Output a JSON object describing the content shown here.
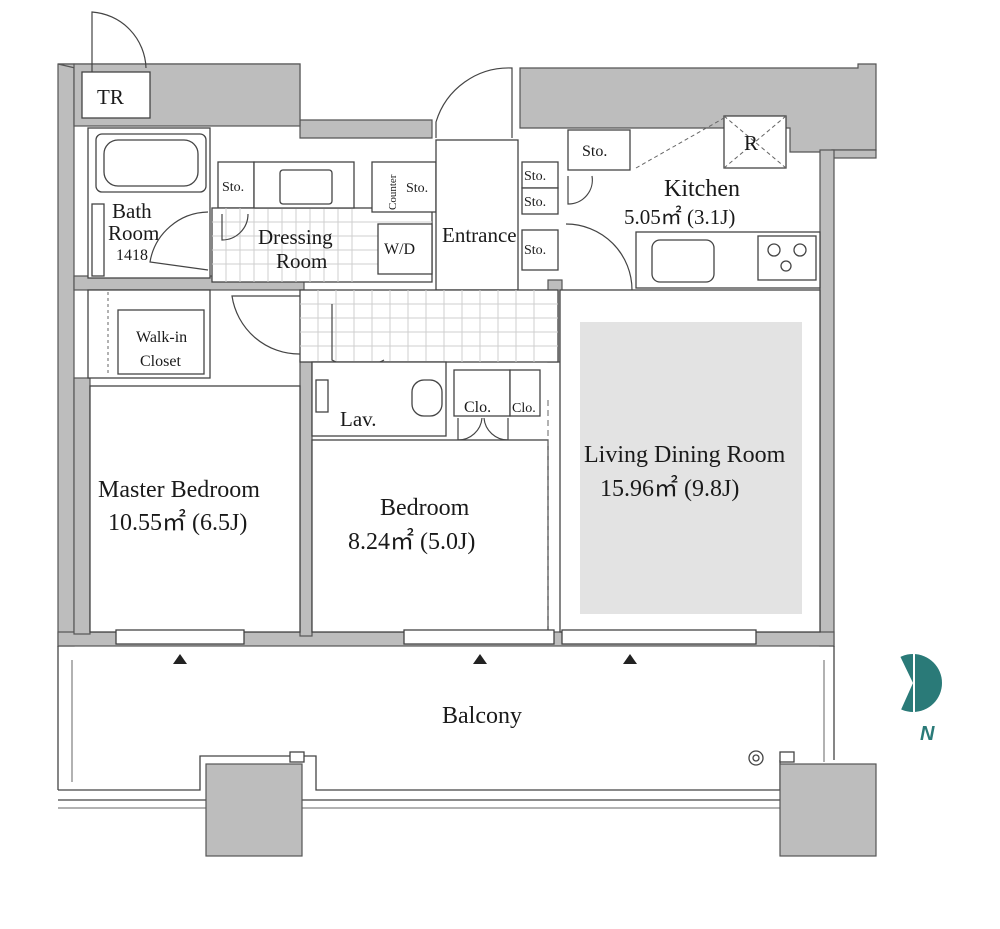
{
  "rooms": {
    "tr": "TR",
    "bath_line1": "Bath",
    "bath_line2": "Room",
    "bath_code": "1418",
    "sto_bath": "Sto.",
    "counter": "Counter",
    "sto_counter": "Sto.",
    "dressing_line1": "Dressing",
    "dressing_line2": "Room",
    "wd": "W/D",
    "entrance": "Entrance",
    "sto_entrance_1": "Sto.",
    "sto_entrance_2": "Sto.",
    "sto_entrance_3": "Sto.",
    "sto_kitchen": "Sto.",
    "refrigerator": "R",
    "kitchen": "Kitchen",
    "kitchen_area": "5.05㎡ (3.1J)",
    "walkin_line1": "Walk-in",
    "walkin_line2": "Closet",
    "lav": "Lav.",
    "clo_1": "Clo.",
    "clo_2": "Clo.",
    "master_bedroom": "Master Bedroom",
    "master_area": "10.55㎡ (6.5J)",
    "bedroom": "Bedroom",
    "bedroom_area": "8.24㎡ (5.0J)",
    "living": "Living Dining Room",
    "living_area": "15.96㎡ (9.8J)",
    "balcony": "Balcony"
  },
  "compass": {
    "label": "N",
    "color": "#2a7a78"
  },
  "colors": {
    "wall": "#bdbdbd",
    "living_highlight": "#e3e3e3"
  }
}
